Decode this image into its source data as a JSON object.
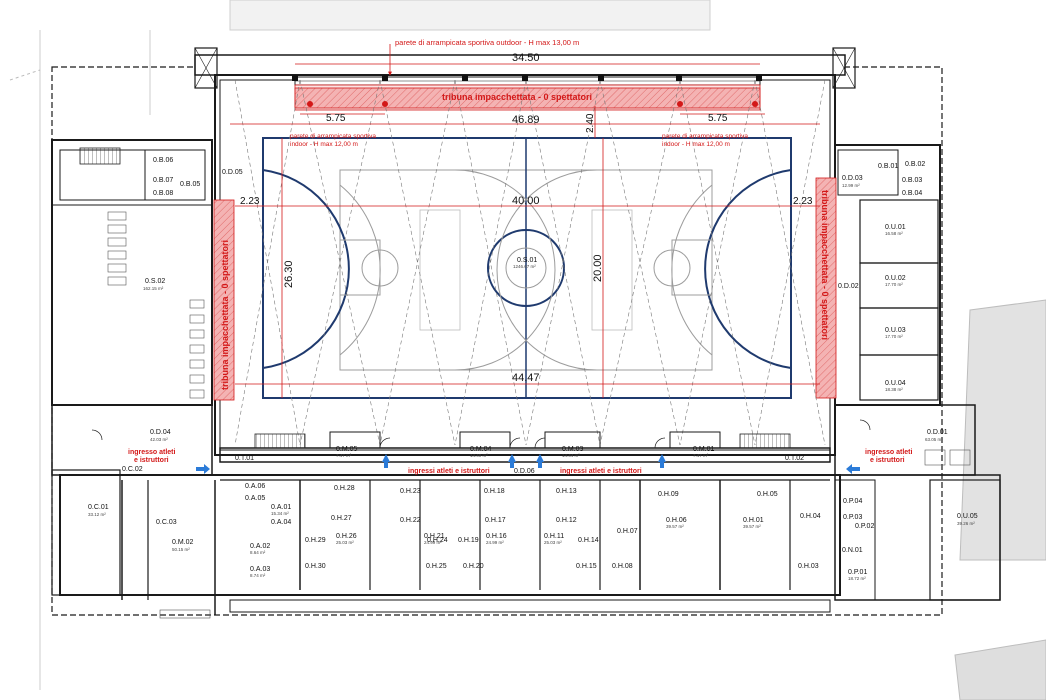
{
  "annotations": {
    "outdoor_wall": "parete di arrampicata sportiva outdoor - H max 13,00 m",
    "tribuna_top": "tribuna impacchettata - 0 spettatori",
    "tribuna_left": "tribuna impacchettata - 0 spettatori",
    "tribuna_right": "tribuna impacchettata - 0 spettatori",
    "indoor_wall_left_1": "parete di arrampicata sportiva",
    "indoor_wall_left_2": "indoor - H max 12,00 m",
    "indoor_wall_right_1": "parete di arrampicata sportiva",
    "indoor_wall_right_2": "indoor - H max 12,00 m",
    "entrance_left_1": "ingresso atleti",
    "entrance_left_2": "e istruttori",
    "entrance_right_1": "ingresso atleti",
    "entrance_right_2": "e istruttori",
    "entrances_mid_left": "ingressi atleti e istruttori",
    "entrances_mid_right": "ingressi atleti e istruttori"
  },
  "dimensions": {
    "d_3450": "34.50",
    "d_575a": "5.75",
    "d_575b": "5.75",
    "d_4689": "46.89",
    "d_240": "2.40",
    "d_4000": "40.00",
    "d_223a": "2.23",
    "d_223b": "2.23",
    "d_2630": "26.30",
    "d_2000": "20.00",
    "d_4447": "44.47"
  },
  "rooms": {
    "s01": {
      "name": "0.S.01",
      "area": "1246.67 m²"
    },
    "s02": {
      "name": "0.S.02",
      "area": "162.15 m²"
    },
    "d01": {
      "name": "0.D.01",
      "area": "63.05 m²"
    },
    "d02": {
      "name": "0.D.02"
    },
    "d03": {
      "name": "0.D.03",
      "area": "12.99 m²"
    },
    "d04": {
      "name": "0.D.04",
      "area": "42.03 m²"
    },
    "d05": {
      "name": "0.D.05"
    },
    "d06": {
      "name": "0.D.06"
    },
    "u01": {
      "name": "0.U.01",
      "area": "16.58 m²"
    },
    "u02": {
      "name": "0.U.02",
      "area": "17.70 m²"
    },
    "u03": {
      "name": "0.U.03",
      "area": "17.70 m²"
    },
    "u04": {
      "name": "0.U.04",
      "area": "18.38 m²"
    },
    "u05": {
      "name": "0.U.05",
      "area": "39.26 m²"
    },
    "b01": {
      "name": "0.B.01"
    },
    "b02": {
      "name": "0.B.02"
    },
    "b03": {
      "name": "0.B.03"
    },
    "b04": {
      "name": "0.B.04"
    },
    "b05": {
      "name": "0.B.05"
    },
    "b06": {
      "name": "0.B.06"
    },
    "b07": {
      "name": "0.B.07"
    },
    "b08": {
      "name": "0.B.08"
    },
    "m01": {
      "name": "0.M.01",
      "area": "7.47 m²"
    },
    "m02": {
      "name": "0.M.02",
      "area": "50.15 m²"
    },
    "m03": {
      "name": "0.M.03",
      "area": "14.44 m²"
    },
    "m04": {
      "name": "0.M.04",
      "area": "14.40 m²"
    },
    "m05": {
      "name": "0.M.05",
      "area": "7.47 m²"
    },
    "t01": {
      "name": "0.T.01"
    },
    "t02": {
      "name": "0.T.02"
    },
    "c01": {
      "name": "0.C.01",
      "area": "33.12 m²"
    },
    "c02": {
      "name": "0.C.02"
    },
    "c03": {
      "name": "0.C.03"
    },
    "a01": {
      "name": "0.A.01",
      "area": "15.34 m²"
    },
    "a02": {
      "name": "0.A.02",
      "area": "8.64 m²"
    },
    "a03": {
      "name": "0.A.03",
      "area": "8.74 m²"
    },
    "a04": {
      "name": "0.A.04"
    },
    "a05": {
      "name": "0.A.05"
    },
    "a06": {
      "name": "0.A.06"
    },
    "h01": {
      "name": "0.H.01",
      "area": "39.57 m²"
    },
    "h03": {
      "name": "0.H.03"
    },
    "h04": {
      "name": "0.H.04"
    },
    "h05": {
      "name": "0.H.05"
    },
    "h06": {
      "name": "0.H.06",
      "area": "39.57 m²"
    },
    "h07": {
      "name": "0.H.07"
    },
    "h08": {
      "name": "0.H.08"
    },
    "h09": {
      "name": "0.H.09"
    },
    "h11": {
      "name": "0.H.11",
      "area": "25.03 m²"
    },
    "h12": {
      "name": "0.H.12"
    },
    "h13": {
      "name": "0.H.13"
    },
    "h14": {
      "name": "0.H.14"
    },
    "h15": {
      "name": "0.H.15"
    },
    "h16": {
      "name": "0.H.16",
      "area": "24.99 m²"
    },
    "h17": {
      "name": "0.H.17"
    },
    "h18": {
      "name": "0.H.18"
    },
    "h19": {
      "name": "0.H.19"
    },
    "h20": {
      "name": "0.H.20"
    },
    "h21": {
      "name": "0.H.21",
      "area": "24.99 m²"
    },
    "h22": {
      "name": "0.H.22"
    },
    "h23": {
      "name": "0.H.23"
    },
    "h24": {
      "name": "0.H.24"
    },
    "h25": {
      "name": "0.H.25"
    },
    "h26": {
      "name": "0.H.26",
      "area": "25.03 m²"
    },
    "h27": {
      "name": "0.H.27"
    },
    "h28": {
      "name": "0.H.28"
    },
    "h29": {
      "name": "0.H.29"
    },
    "h30": {
      "name": "0.H.30"
    },
    "n01": {
      "name": "0.N.01"
    },
    "p01": {
      "name": "0.P.01",
      "area": "18.72 m²"
    },
    "p02": {
      "name": "0.P.02"
    },
    "p03": {
      "name": "0.P.03"
    },
    "p04": {
      "name": "0.P.04"
    }
  },
  "colors": {
    "dimension": "#d31818",
    "tribuna_fill": "#f3a9a9",
    "court_line": "#1f3a6e",
    "arrow": "#2b7bd8",
    "wall": "#1a1a1a"
  },
  "icons": [
    "entrance-arrow-icon",
    "door-swing-icon",
    "stair-icon",
    "toilet-icon"
  ]
}
